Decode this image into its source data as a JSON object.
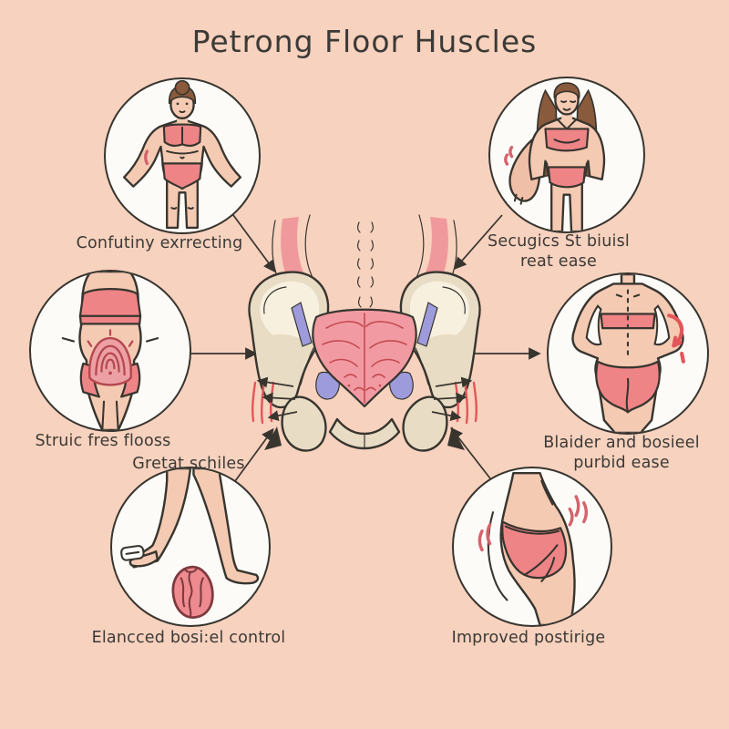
{
  "title": "Petrong Floor Huscles",
  "colors": {
    "background": "#f7d2be",
    "circle_fill": "#fdfbf8",
    "outline": "#38352f",
    "garment_pink": "#ee8486",
    "muscle_pink": "#f29aa2",
    "bone_beige": "#e9dcc5",
    "ligament_purple": "#9e9bdc",
    "accent_red": "#e4555a",
    "text": "#3b3a37"
  },
  "center": {
    "illustration": "pelvis-anatomy"
  },
  "nodes": {
    "top_left": {
      "caption": "Confutiny exrrecting",
      "illustration": "woman-standing-front"
    },
    "top_right": {
      "caption": "Secugics St biuisl\nreat ease",
      "illustration": "woman-long-hair-front"
    },
    "mid_left": {
      "caption": "Struic fres flooss",
      "illustration": "lower-abdomen-highlight"
    },
    "mid_right": {
      "caption": "Blaider and bosieel\npurbid ease",
      "illustration": "back-view-hands-on-hips"
    },
    "bottom_left": {
      "caption": "Elancced bosi:el control",
      "illustration": "walking-legs-organ"
    },
    "bottom_right": {
      "caption": "Improved postirige",
      "illustration": "hips-side-view"
    }
  },
  "floating_label": "Gretat schiles"
}
